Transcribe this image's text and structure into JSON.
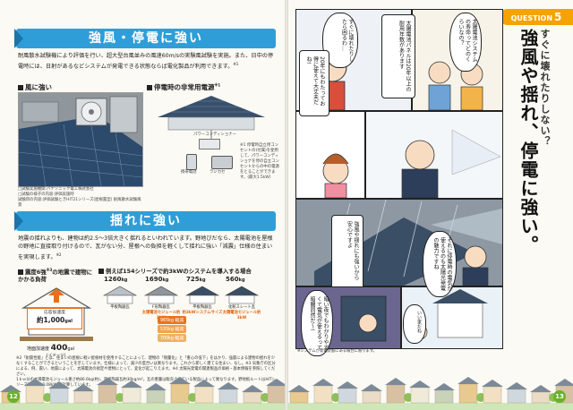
{
  "left": {
    "section1": {
      "title": "強風・停電に強い",
      "body": "耐風散水試験機により評価を行い、超大型台風並みの風速60m/sの実験風試験を実施。また、日中の停電時には、日射があるなどシステムが発電できる状態ならば電化製品が利用できます。",
      "body_ref": "※1",
      "sub_wind": "風に強い",
      "sub_power": "停電時の非常用電源",
      "sub_power_ref": "※1",
      "pcs_label": "パワーコンディショナー",
      "phone_label": "携帯電話",
      "radio_label": "ラジカセ",
      "power_note": "※1 停電時自立用コンセントの(付属)を使用して、パワーコンディショナを停の自立コンセントからの中の電源をとることができます。(最大1.5kW)",
      "photo_caption": "□試験実施機関:パナソニック電工株式会社\n□試験の様子の内容:評価実施時\n試験目の内容:評価試験ときHIT21シリーズ(屋根置型) 耐風散水試験風景"
    },
    "section2": {
      "title": "揺れに強い",
      "body": "地震の揺れよりも、建物は約2.5～3倍大きく揺れるといわれています。野地びだなら、太陽電池を屋根の野地に直接取り付けるので、瓦がない分、屋根への負担を軽くして揺れに強い「減震」仕様の住まいを実現します。",
      "body_ref": "※2",
      "sub_quake": "震度6強",
      "sub_quake_ref": "※3",
      "sub_quake_rest": "の地震で建物にかかる負荷",
      "sub_example": "例えば154シリーズで約3kWのシステムを導入する場合",
      "quake_label": "応答加速度",
      "quake_value": "約1,000",
      "quake_unit": "gal",
      "ground_label": "地面加速度",
      "ground_value": "400",
      "ground_unit": "gal",
      "ground_note": "(イメージ)",
      "weights": [
        {
          "value": "1260",
          "unit": "kg",
          "roof": "平板陶器瓦"
        },
        {
          "value": "1690",
          "unit": "kg",
          "roof": "F形陶器瓦",
          "extra": "太陽電池モジュール約3kW"
        },
        {
          "value": "725",
          "unit": "kg",
          "roof": "平板陶器瓦",
          "extra": "約3kWシステムサイズ"
        },
        {
          "value": "560",
          "kind": "",
          "unit": "kg",
          "roof": "化粧スレート瓦",
          "extra": "太陽電池モジュール約3kW"
        }
      ],
      "savings": [
        {
          "value": "965kg",
          "label": "軽減"
        },
        {
          "value": "535kg",
          "label": "軽減"
        },
        {
          "value": "700kg",
          "label": "軽減"
        }
      ],
      "footnote": "※2「耐震性能」とは、住まいの屋根に軽い屋根材を使用することによって、建物の「剛量化」と「重心の低下」をはかり、強震による建物の揺れを少なくすることができるということを示しています。仕様によって、減少の度合いは異なります。これから新しく建てる住まい、なし。※3 気象庁の区分による、例、震い、地震によって、太陽電池の規定や建物にとって、変化が起こりえます。※4 太陽光発電の関連製品の価格・基本情報を参照してください。\n1ｋｗ分の太陽電池モジュール重さ約86.6kg(約)、平板陶器瓦約30kg/m²。瓦の重量は販売されている製品によって異なります。野地板ルートはHITシリーズ約70kg(0.08kW)で計算しています。",
      "page": "12"
    }
  },
  "right": {
    "question_label": "QUESTION",
    "question_num": "5",
    "sub_title": "すぐに壊れたりしない？",
    "main_title": "強風や揺れ、停電に強い。",
    "bubbles": {
      "b1": "太陽電池システムの寿命ってどのくらいなの？",
      "b2": "すぐに壊れたりしたら困るわ…",
      "b3": "太陽電池パネルは20年以上の耐用年数があります",
      "b4": "20年にもわたってお得に使えて大丈夫だね!",
      "b5": "強風や揺れにも強いから安心ですよ",
      "b6": "それに停電時の電気が使えるのも太陽光発電の魅力ですね",
      "b7": "暗い夜でもわかりやすくて電気が使えるって暗闇同然だ～!",
      "b8": "いい家だね"
    },
    "panel_note": "※システムが発電状態にある場合に限ります。",
    "page": "13"
  },
  "colors": {
    "accent_blue": "#2f9ed8",
    "question_orange": "#f4a300",
    "saving_orange": "#e9731e",
    "page_green": "#6bb12b"
  }
}
